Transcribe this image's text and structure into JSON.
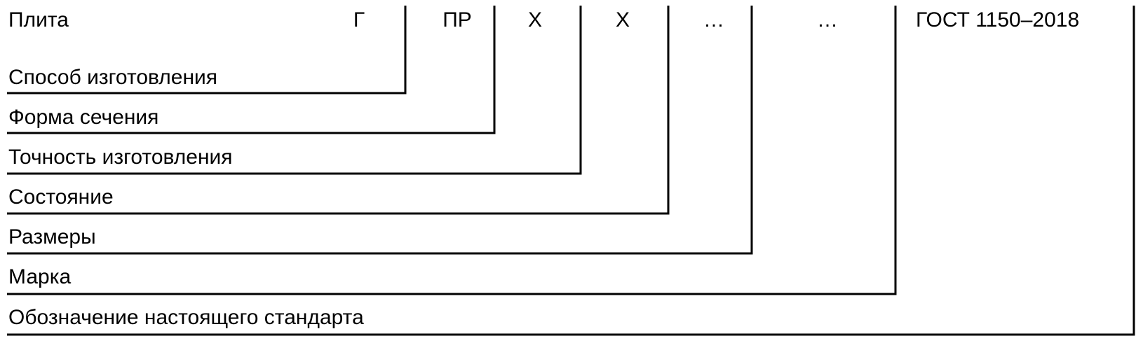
{
  "header": {
    "product": "Плита",
    "codes": [
      "Г",
      "ПР",
      "Х",
      "Х",
      "…",
      "…"
    ],
    "standard": "ГОСТ 1150–2018"
  },
  "rows": [
    {
      "label": "Способ изготовления"
    },
    {
      "label": "Форма сечения"
    },
    {
      "label": "Точность изготовления"
    },
    {
      "label": "Состояние"
    },
    {
      "label": "Размеры"
    },
    {
      "label": "Марка"
    },
    {
      "label": "Обозначение настоящего стандарта"
    }
  ],
  "colors": {
    "line": "#000000",
    "text": "#000000",
    "background": "#ffffff"
  }
}
